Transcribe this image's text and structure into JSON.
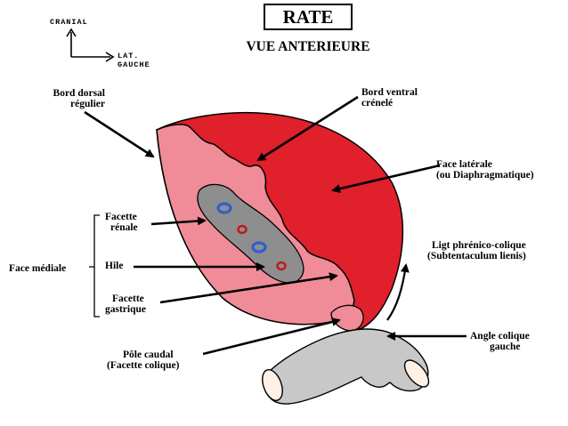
{
  "title": "RATE",
  "subtitle": "VUE ANTERIEURE",
  "orientation": {
    "up": "CRANIAL",
    "right_line1": "LAT.",
    "right_line2": "GAUCHE"
  },
  "labels": {
    "bord_dorsal_1": "Bord dorsal",
    "bord_dorsal_2": "régulier",
    "bord_ventral_1": "Bord ventral",
    "bord_ventral_2": "crénelé",
    "face_laterale_1": "Face latérale",
    "face_laterale_2": "(ou Diaphragmatique)",
    "facette_renale_1": "Facette",
    "facette_renale_2": "rénale",
    "face_mediale": "Face médiale",
    "hile": "Hile",
    "facette_gastrique_1": "Facette",
    "facette_gastrique_2": "gastrique",
    "ligt_1": "Ligt phrénico-colique",
    "ligt_2": "(Subtentaculum lienis)",
    "angle_colique_1": "Angle colique",
    "angle_colique_2": "gauche",
    "pole_caudal_1": "Pôle caudal",
    "pole_caudal_2": "(Facette colique)"
  },
  "colors": {
    "spleen_red": "#e0202a",
    "spleen_pink": "#f08c98",
    "hilum_gray": "#8e8e8e",
    "vein_blue": "#2f5fd0",
    "artery_red": "#c01818",
    "colon_gray": "#c8c8c8"
  }
}
